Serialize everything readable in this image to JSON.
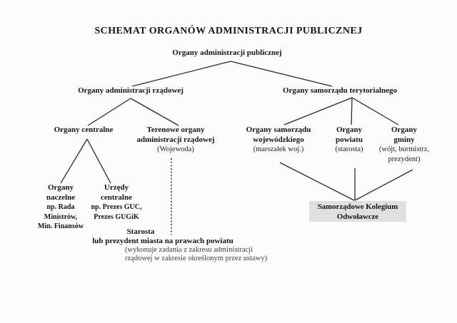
{
  "page_title": "SCHEMAT ORGANÓW ADMINISTRACJI PUBLICZNEJ",
  "colors": {
    "background": "#fcfcfc",
    "text": "#161616",
    "line": "#2b2b2b",
    "highlight_box_bg": "#e0e0e0"
  },
  "nodes": {
    "root": {
      "label": "Organy administracji publicznej"
    },
    "rzadowa": {
      "label": "Organy administracji rządowej"
    },
    "samorzad": {
      "label": "Organy samorządu terytorialnego"
    },
    "centralne": {
      "label": "Organy centralne"
    },
    "terenowe": {
      "line1": "Terenowe organy",
      "line2": "administracji rządowej",
      "sub": "(Wojewoda)"
    },
    "wojewodzki": {
      "line1": "Organy samorządu",
      "line2": "wojewódzkiego",
      "sub": "(marszałek woj.)"
    },
    "powiat": {
      "line1": "Organy",
      "line2": "powiatu",
      "sub": "(starosta)"
    },
    "gmina": {
      "line1": "Organy",
      "line2": "gminy",
      "sub1": "(wójt, burmistrz,",
      "sub2": "prezydent)"
    },
    "naczelne": {
      "line1": "Organy",
      "line2": "naczelne",
      "ex1": "np. Rada",
      "ex2": "Ministrów,",
      "ex3": "Min. Finansów"
    },
    "urzedy": {
      "line1": "Urzędy",
      "line2": "centralne",
      "ex1": "np. Prezes GUC,",
      "ex2": "Prezes GUGiK"
    },
    "starosta": {
      "title": "Starosta",
      "subtitle": "lub prezydent miasta na prawach powiatu",
      "note1": "(wykonuje zadania z zakresu administracji",
      "note2": "rządowej w zakresie określonym przez ustawy)"
    },
    "sko": {
      "line1": "Samorządowe Kolegium",
      "line2": "Odwoławcze"
    }
  }
}
